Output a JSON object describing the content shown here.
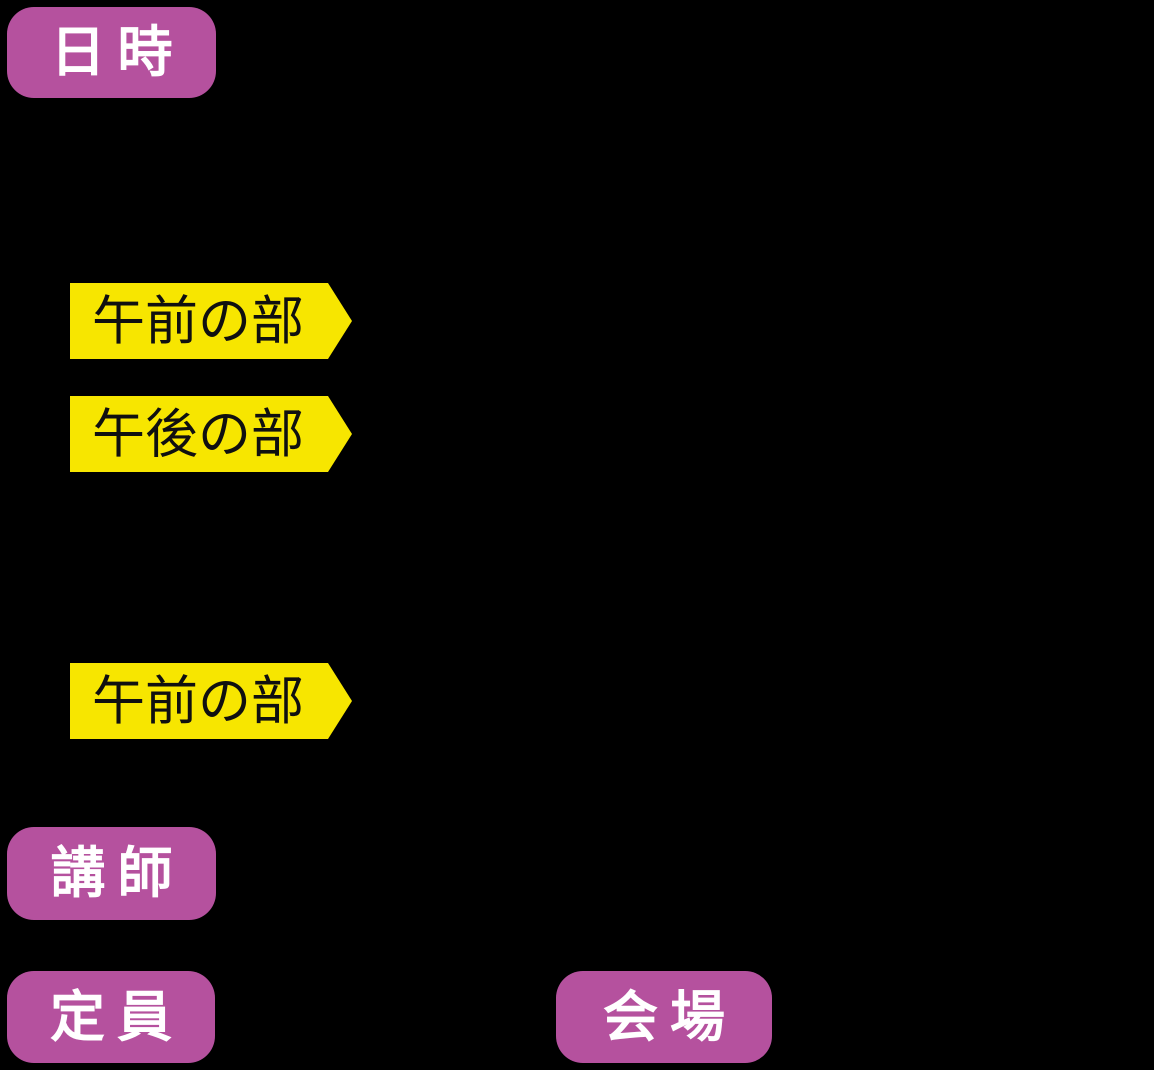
{
  "page": {
    "background_color": "#000000"
  },
  "badges": {
    "fill_color": "#b5519e",
    "text_color": "#ffffff",
    "datetime": {
      "label": "日時"
    },
    "lecturer": {
      "label": "講師"
    },
    "capacity": {
      "label": "定員"
    },
    "venue": {
      "label": "会場"
    }
  },
  "pennants": {
    "fill_color": "#f7e600",
    "text_color": "#101010",
    "items": [
      {
        "label": "午前の部"
      },
      {
        "label": "午後の部"
      },
      {
        "label": "午前の部"
      }
    ]
  }
}
